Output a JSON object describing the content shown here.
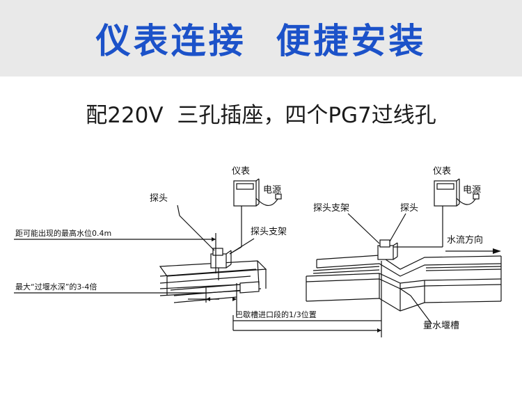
{
  "header": {
    "title": "仪表连接  便捷安装"
  },
  "subtitle": "配220V  三孔插座，四个PG7过线孔",
  "left_diagram": {
    "meter_label": "仪表",
    "power_label": "电源",
    "probe_label": "探头",
    "probe_bracket_label": "探头支架",
    "distance_label": "距可能出现的最高水位0.4m",
    "depth_label": "最大“过堰水深”的3-4倍"
  },
  "right_diagram": {
    "meter_label": "仪表",
    "power_label": "电源",
    "probe_bracket_label": "探头支架",
    "probe_label": "探头",
    "flow_direction_label": "水流方向",
    "weir_label": "量水堰槽",
    "position_label": "巴歇槽进口段的1/3位置"
  }
}
